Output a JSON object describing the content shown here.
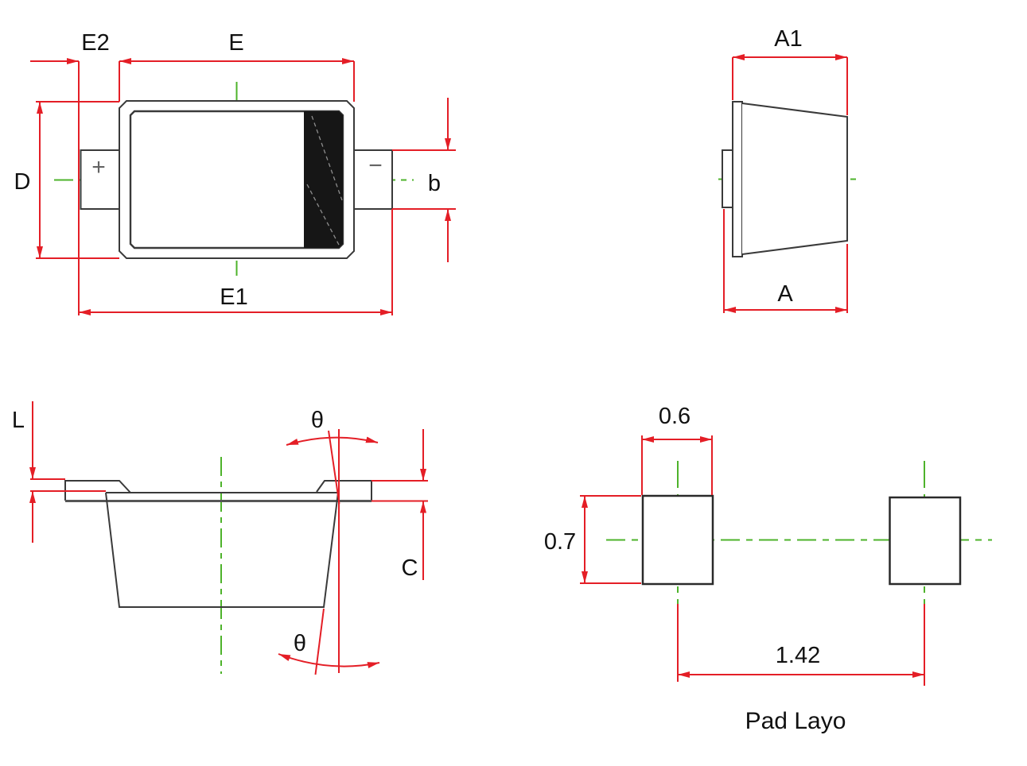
{
  "top_view": {
    "e2": "E2",
    "e": "E",
    "e1": "E1",
    "d": "D",
    "b": "b",
    "anode_mark": "+",
    "cathode_mark": "−"
  },
  "side_view": {
    "a1": "A1",
    "a": "A"
  },
  "front_view": {
    "l": "L",
    "c": "C",
    "theta_top": "θ",
    "theta_bottom": "θ"
  },
  "pad_layout": {
    "pad_width": "0.6",
    "pad_height": "0.7",
    "pad_pitch": "1.42",
    "caption": "Pad Layo"
  },
  "colors": {
    "dimension_red": "#e41e26",
    "centerline_green": "#4eb32b",
    "outline_gray": "#3a3a3a",
    "band_black": "#161616"
  }
}
